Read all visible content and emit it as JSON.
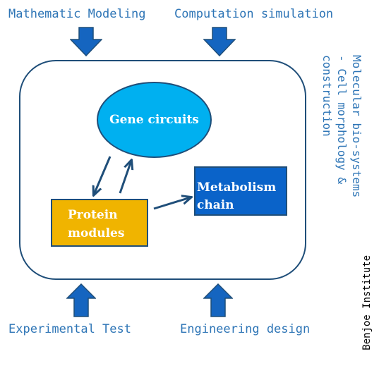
{
  "labels": {
    "top_left": "Mathematic Modeling",
    "top_right": "Computation simulation",
    "bottom_left": "Experimental Test",
    "bottom_right": "Engineering design"
  },
  "nodes": {
    "gene": "Gene circuits",
    "protein_line1": "Protein",
    "protein_line2": "modules",
    "metabolism_line1": "Metabolism",
    "metabolism_line2": "chain"
  },
  "side_text": {
    "line1": "Molecular bio-systems",
    "line2": " - Cell morphology &",
    "line3": "construction"
  },
  "watermark": "Benjoe Institute",
  "colors": {
    "label_blue": "#2e75b6",
    "arrow_blue": "#1565c0",
    "arrow_outline": "#1f4e79",
    "gene_fill": "#00b0f0",
    "protein_fill": "#f0b400",
    "metabolism_fill": "#0a63c9",
    "connector": "#1f4e79"
  },
  "icons": {
    "input_arrows": "down-arrow-icon",
    "feedback_arrows": "up-arrow-icon"
  }
}
